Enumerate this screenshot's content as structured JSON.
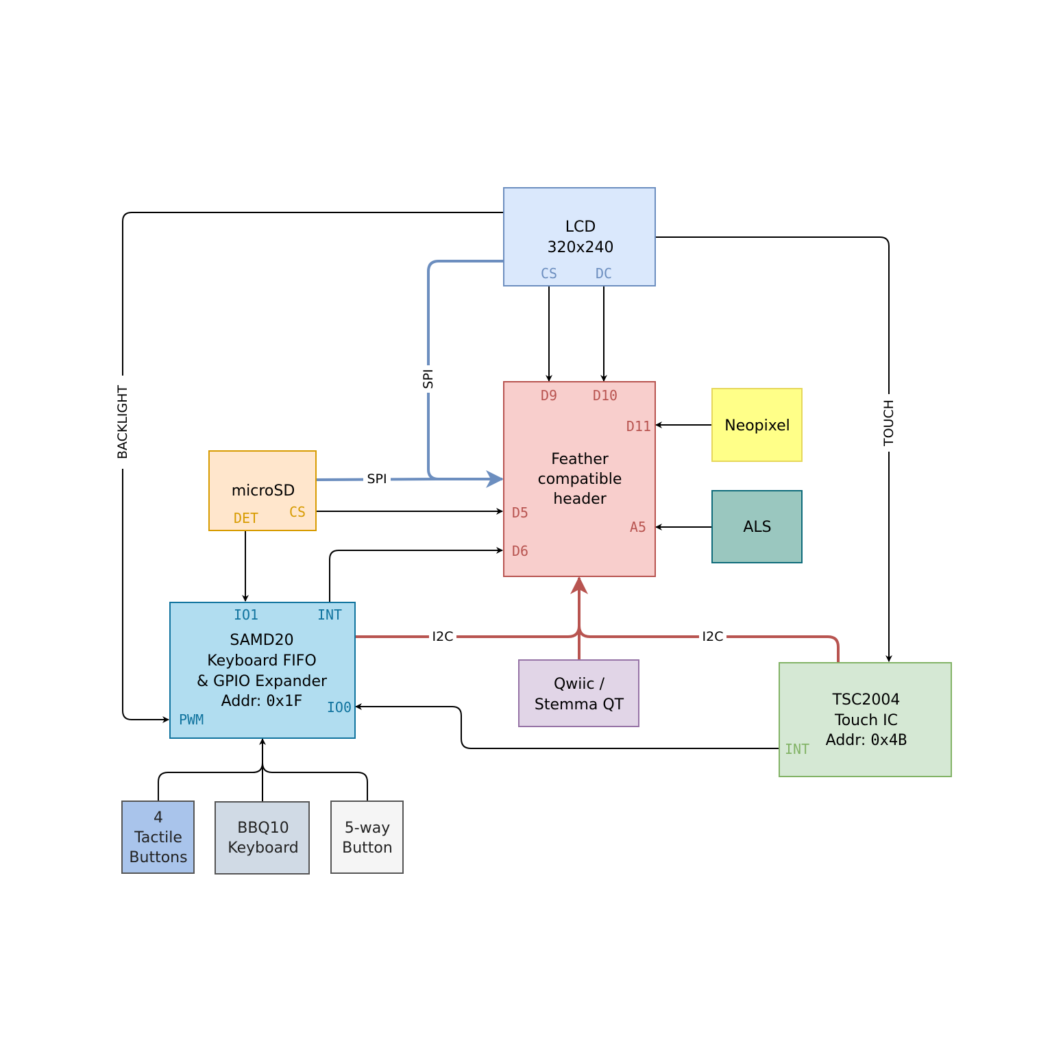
{
  "colors": {
    "lcd_fill": "#dae8fc",
    "lcd_stroke": "#6c8ebf",
    "feather_fill": "#f8cecc",
    "feather_stroke": "#b85450",
    "microsd_fill": "#ffe6cc",
    "microsd_stroke": "#d79b00",
    "samd_fill": "#b1ddf0",
    "samd_stroke": "#10739e",
    "neopixel_fill": "#ffff88",
    "neopixel_stroke": "#e6d75b",
    "als_fill": "#9ac7bf",
    "als_stroke": "#0e6b7a",
    "qwiic_fill": "#e1d5e7",
    "qwiic_stroke": "#9673a6",
    "tsc_fill": "#d5e8d4",
    "tsc_stroke": "#82b366",
    "tactile_fill": "#a9c4eb",
    "tactile_stroke": "#555555",
    "bbq_fill": "#d0dae5",
    "bbq_stroke": "#555555",
    "way5_fill": "#f5f5f5",
    "way5_stroke": "#555555",
    "spi_line": "#6c8ebf",
    "i2c_line": "#b85450",
    "black_line": "#000000"
  },
  "nodes": {
    "lcd": {
      "lines": [
        "LCD",
        "320x240"
      ],
      "pin_cs": "CS",
      "pin_dc": "DC"
    },
    "feather": {
      "lines": [
        "Feather",
        "compatible",
        "header"
      ],
      "pin_d9": "D9",
      "pin_d10": "D10",
      "pin_d11": "D11",
      "pin_d5": "D5",
      "pin_a5": "A5",
      "pin_d6": "D6"
    },
    "microsd": {
      "label": "microSD",
      "pin_det": "DET",
      "pin_cs": "CS"
    },
    "samd": {
      "lines": [
        "SAMD20",
        "Keyboard FIFO",
        "& GPIO Expander"
      ],
      "addr_prefix": "Addr: ",
      "addr_value": "0x1F",
      "pin_io1": "IO1",
      "pin_int": "INT",
      "pin_pwm": "PWM",
      "pin_io0": "IO0"
    },
    "neopixel": {
      "label": "Neopixel"
    },
    "als": {
      "label": "ALS"
    },
    "qwiic": {
      "lines": [
        "Qwiic /",
        "Stemma QT"
      ]
    },
    "tsc": {
      "lines": [
        "TSC2004",
        "Touch IC"
      ],
      "addr_prefix": "Addr: ",
      "addr_value": "0x4B",
      "pin_int": "INT"
    },
    "tactile": {
      "lines": [
        "4",
        "Tactile",
        "Buttons"
      ]
    },
    "bbq": {
      "lines": [
        "BBQ10",
        "Keyboard"
      ]
    },
    "way5": {
      "lines": [
        "5-way",
        "Button"
      ]
    }
  },
  "edges": {
    "backlight": "BACKLIGHT",
    "touch": "TOUCH",
    "spi_lcd": "SPI",
    "spi_sd": "SPI",
    "i2c_left": "I2C",
    "i2c_right": "I2C"
  }
}
